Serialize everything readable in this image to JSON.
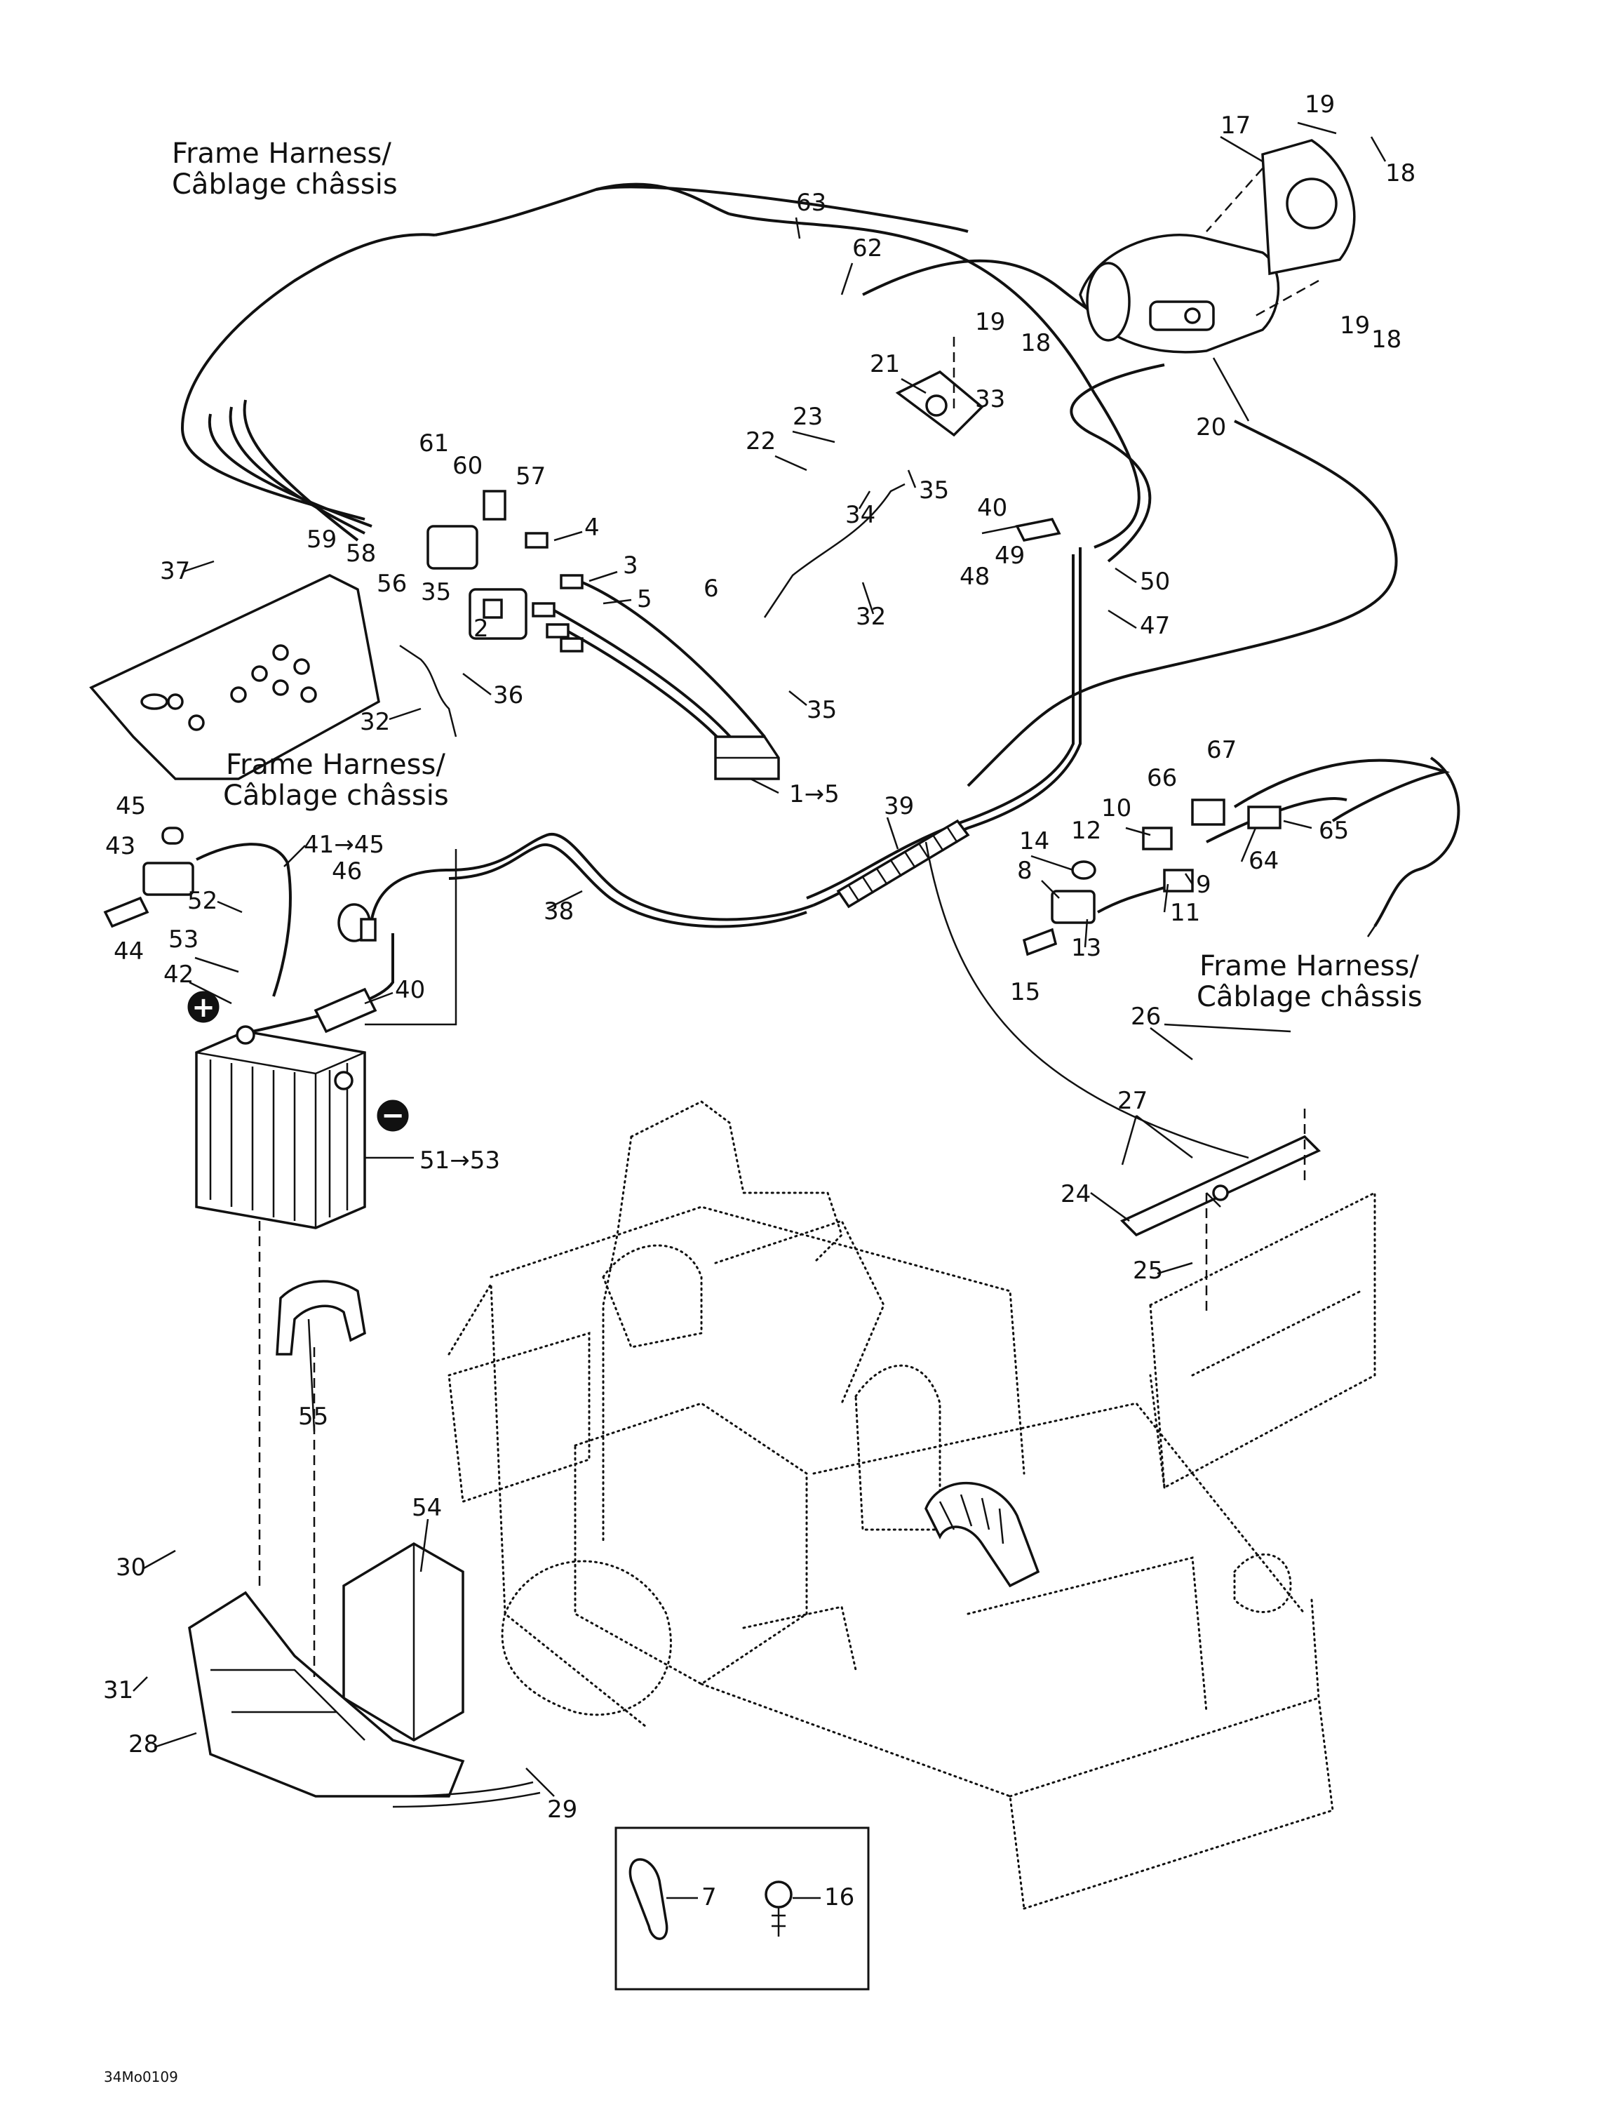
{
  "harness_labels": [
    {
      "line1": "Frame Harness/",
      "line2": "Câblage châssis"
    },
    {
      "line1": "Frame Harness/",
      "line2": "Câblage châssis"
    },
    {
      "line1": "Frame Harness/",
      "line2": "Câblage châssis"
    }
  ],
  "callouts": [
    "19",
    "17",
    "18",
    "63",
    "62",
    "19",
    "18",
    "19",
    "18",
    "21",
    "33",
    "23",
    "20",
    "22",
    "34",
    "35",
    "61",
    "60",
    "57",
    "59",
    "58",
    "4",
    "56",
    "37",
    "35",
    "3",
    "5",
    "2",
    "40",
    "49",
    "48",
    "50",
    "47",
    "6",
    "32",
    "35",
    "36",
    "32",
    "1→5",
    "45",
    "43",
    "41→45",
    "39",
    "66",
    "67",
    "10",
    "12",
    "65",
    "14",
    "64",
    "46",
    "52",
    "8",
    "9",
    "38",
    "44",
    "53",
    "11",
    "13",
    "42",
    "40",
    "15",
    "26",
    "27",
    "51→53",
    "24",
    "25",
    "55",
    "54",
    "30",
    "31",
    "28",
    "29",
    "7",
    "16"
  ],
  "battery_terminals": {
    "positive": "+",
    "negative": "−"
  },
  "figure_code": "34Mo0109",
  "icons": [
    "starter-motor-icon",
    "battery-icon",
    "relay-icon",
    "fuse-icon",
    "cable-tie-icon",
    "push-rivet-icon",
    "engine-frame-icon",
    "battery-tray-icon"
  ]
}
